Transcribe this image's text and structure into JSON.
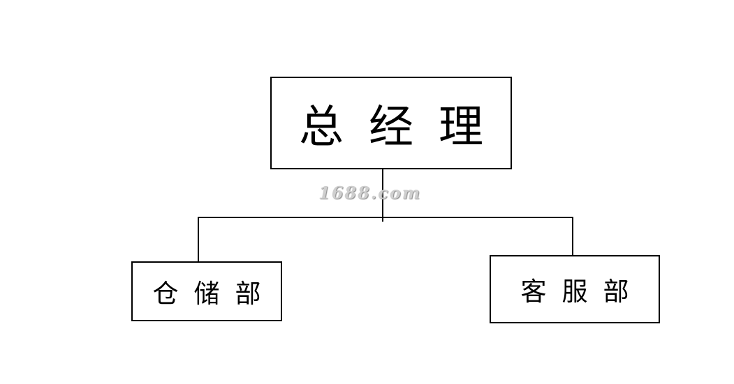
{
  "org_chart": {
    "root": {
      "label": "总经理"
    },
    "children": [
      {
        "label": "仓储部"
      },
      {
        "label": "客服部"
      }
    ]
  },
  "watermark": {
    "text": "1688.com"
  }
}
